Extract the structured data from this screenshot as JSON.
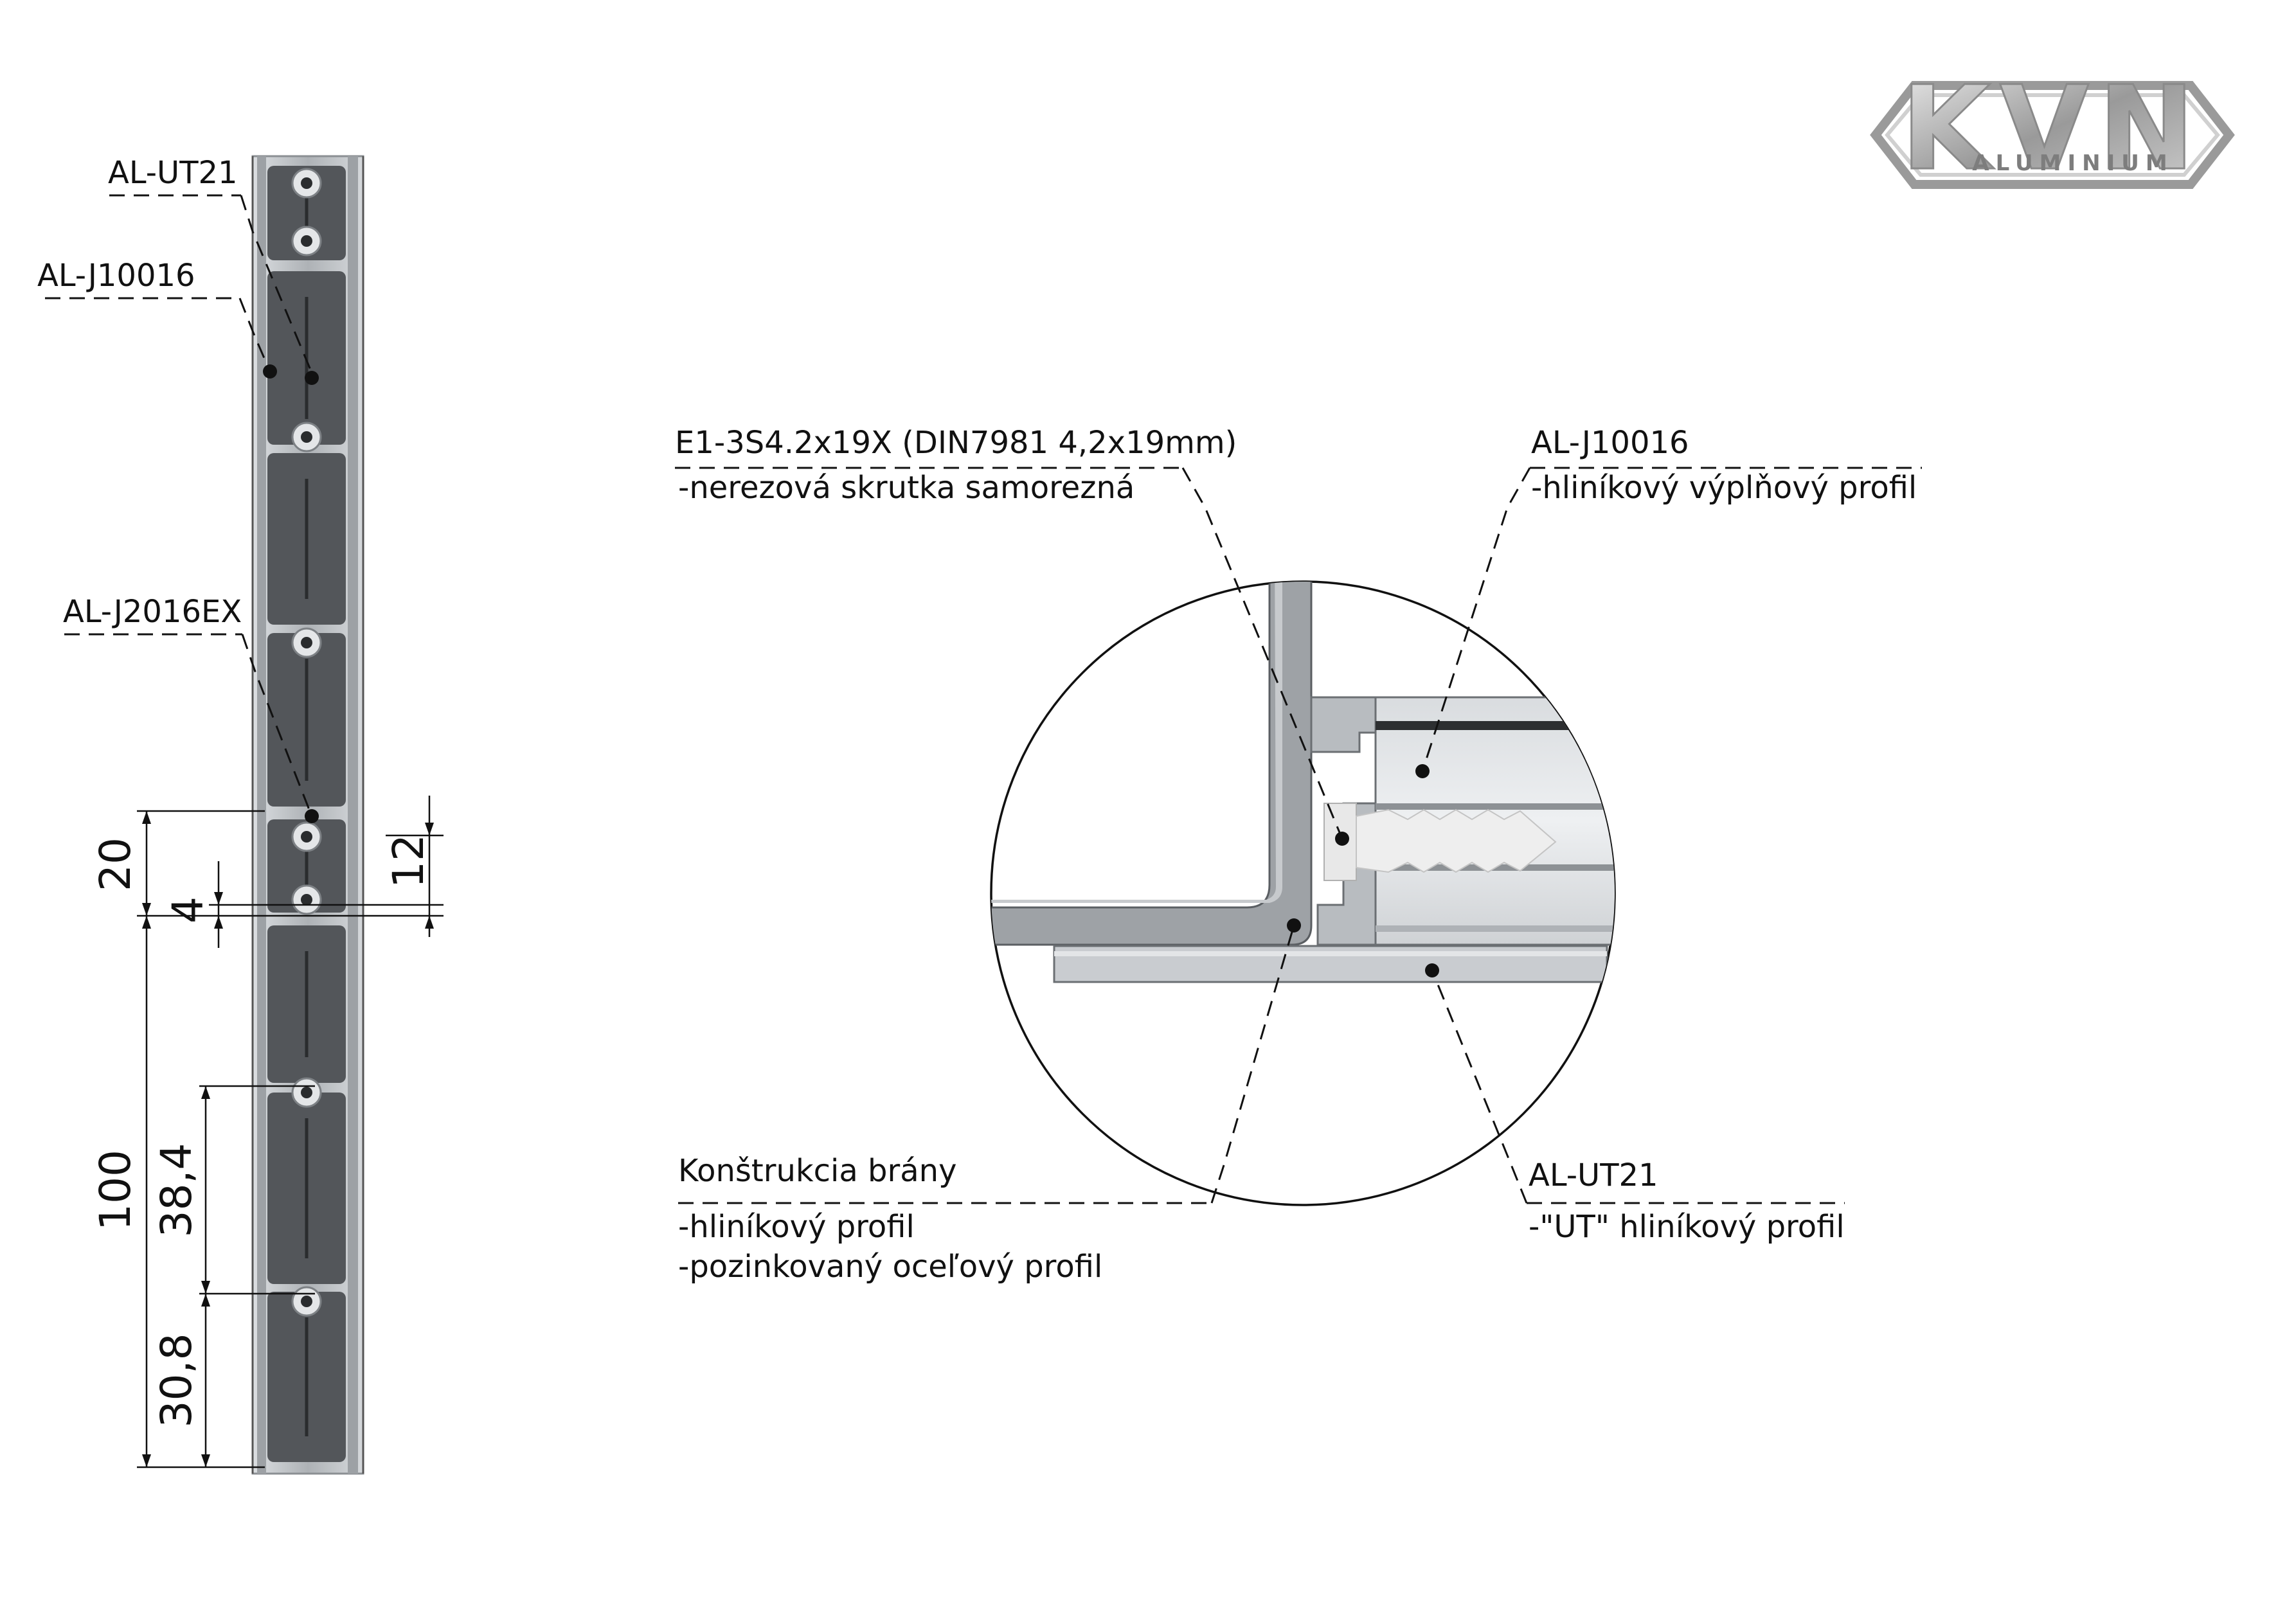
{
  "logo": {
    "brand": "KVN",
    "sub": "ALUMINIUM"
  },
  "left_labels": {
    "ut21": "AL-UT21",
    "j10016": "AL-J10016",
    "j2016ex": "AL-J2016EX"
  },
  "dimensions": {
    "d20": "20",
    "d4": "4",
    "d12": "12",
    "d100": "100",
    "d38_4": "38,4",
    "d30_8": "30,8"
  },
  "detail_labels": {
    "screw_code": "E1-3S4.2x19X (DIN7981 4,2x19mm)",
    "screw_desc": "-nerezová skrutka samorezná",
    "filler_code": "AL-J10016",
    "filler_desc": "-hliníkový výplňový profil",
    "frame_title": "Konštrukcia brány",
    "frame_desc1": "-hliníkový profil",
    "frame_desc2": "-pozinkovaný oceľový profil",
    "ut_code": "AL-UT21",
    "ut_desc": "-\"UT\" hliníkový profil"
  },
  "colors": {
    "profile_dark": "#53565a",
    "profile_light": "#c4c7cb",
    "profile_mid": "#9ea2a6",
    "logo_silver": "#a7a7a7"
  }
}
